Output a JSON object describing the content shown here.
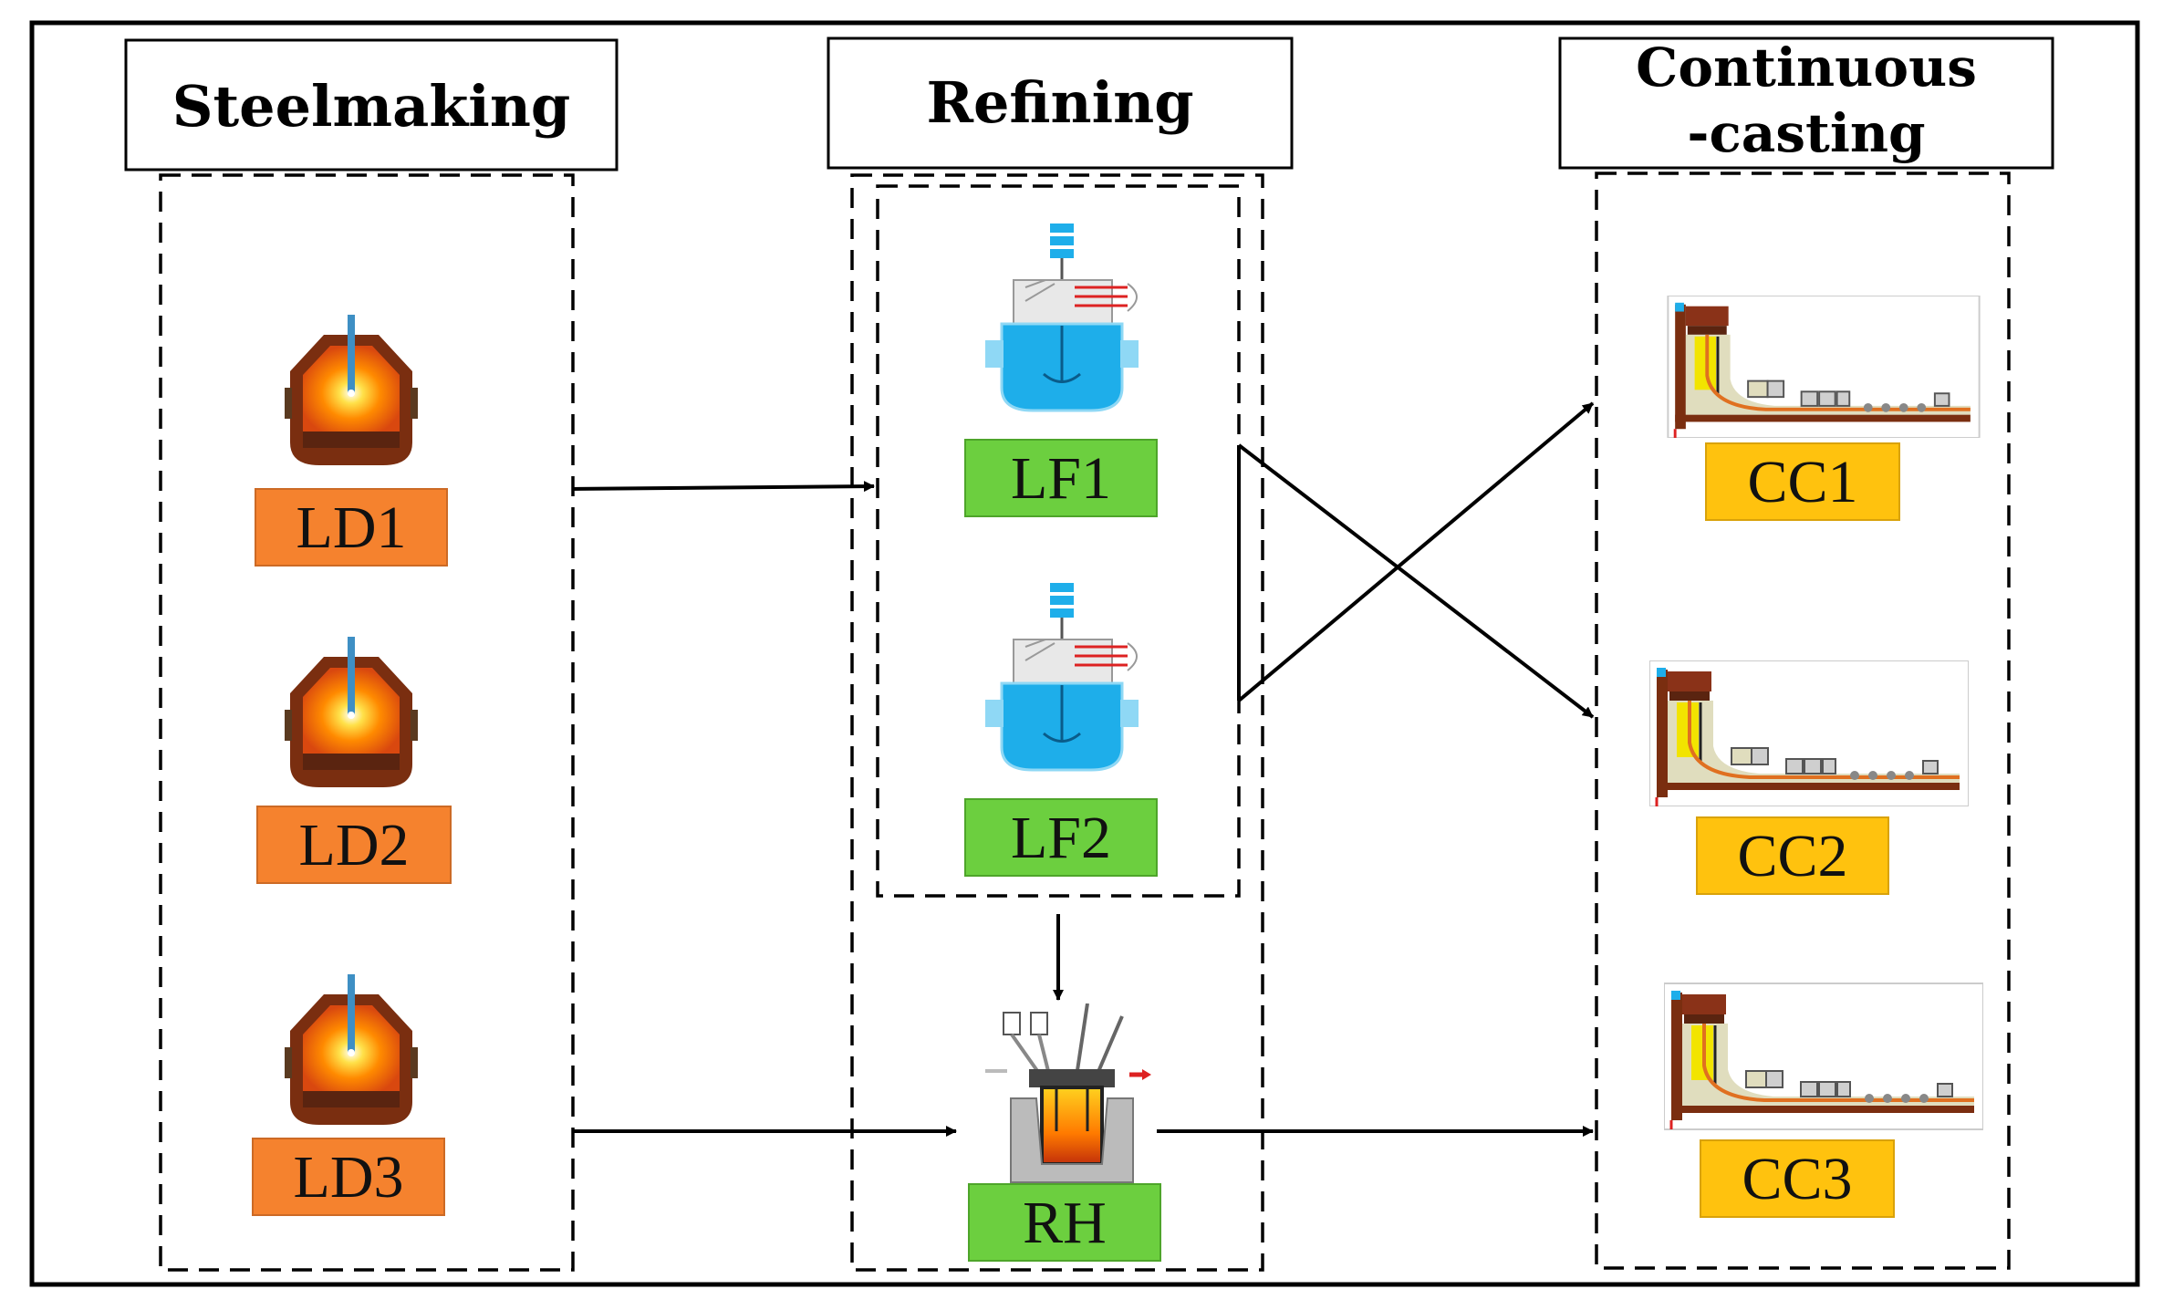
{
  "headers": {
    "steelmaking": "Steelmaking",
    "refining": "Refining",
    "casting_line1": "Continuous",
    "casting_line2": "-casting"
  },
  "converters": [
    {
      "label": "LD1"
    },
    {
      "label": "LD2"
    },
    {
      "label": "LD3"
    }
  ],
  "ladle_furnaces": [
    {
      "label": "LF1"
    },
    {
      "label": "LF2"
    }
  ],
  "degasser": {
    "label": "RH"
  },
  "casters": [
    {
      "label": "CC1"
    },
    {
      "label": "CC2"
    },
    {
      "label": "CC3"
    }
  ],
  "colors": {
    "converter_label": "#F5822E",
    "refining_label": "#6CCF3F",
    "caster_label": "#FFC20E",
    "ladle_blue": "#1EAEEA",
    "converter_shell": "#7A2E10"
  },
  "icons": [
    "bof-converter-icon",
    "ladle-furnace-icon",
    "rh-degasser-icon",
    "continuous-caster-icon"
  ]
}
